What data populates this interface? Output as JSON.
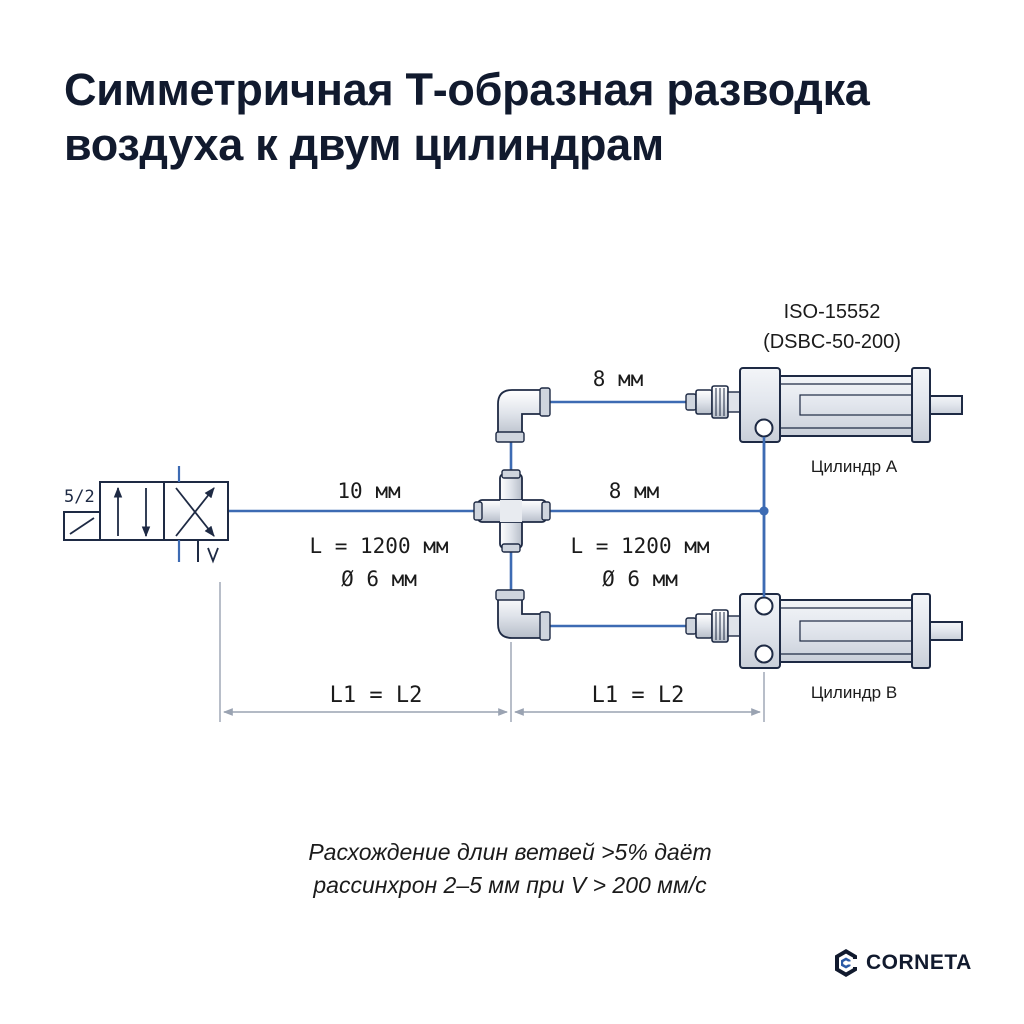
{
  "title": {
    "line1": "Симметричная Т-образная разводка",
    "line2": "воздуха к двум цилиндрам"
  },
  "valve": {
    "label": "5/2"
  },
  "pipes": {
    "main": {
      "size": "10 мм",
      "length": "L = 1200 мм",
      "diameter": "Ø 6 мм"
    },
    "branch_top": {
      "size": "8 мм"
    },
    "branch_mid": {
      "size": "8 мм",
      "length": "L = 1200 мм",
      "diameter": "Ø 6 мм"
    }
  },
  "cylinders": {
    "spec_line1": "ISO-15552",
    "spec_line2": "(DSBC-50-200)",
    "a_label": "Цилиндр A",
    "b_label": "Цилиндр B"
  },
  "dimensions": {
    "left": "L1 = L2",
    "right": "L1 = L2"
  },
  "note": {
    "line1": "Расхождение длин ветвей >5% даёт",
    "line2": "рассинхрон 2–5 мм при V > 200 мм/с"
  },
  "brand": {
    "name": "CORNETA",
    "icon": "corneta-logo-icon"
  },
  "colors": {
    "title": "#111a2e",
    "pipe": "#3d6bb3",
    "outline": "#1e2a44",
    "dimension": "#9aa3b2",
    "brand_accent": "#2b5aa6"
  }
}
